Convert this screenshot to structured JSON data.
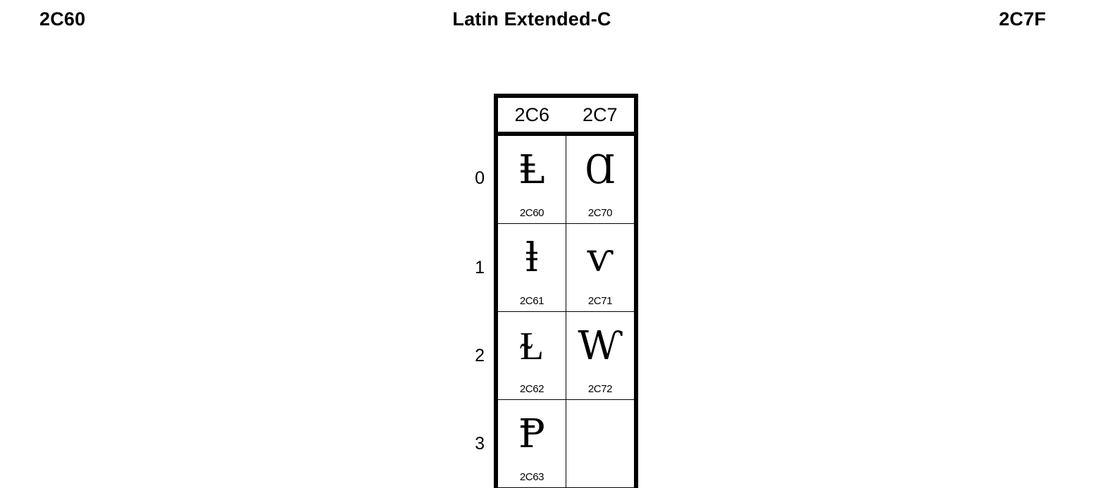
{
  "header": {
    "left_code": "2C60",
    "block_title": "Latin Extended-C",
    "right_code": "2C7F"
  },
  "chart": {
    "column_headers": [
      "2C6",
      "2C7"
    ],
    "row_labels": [
      "0",
      "1",
      "2",
      "3"
    ],
    "cells": [
      [
        {
          "glyph": "Ⱡ",
          "codepoint": "2C60"
        },
        {
          "glyph": "Ɑ",
          "codepoint": "2C70"
        }
      ],
      [
        {
          "glyph": "ⱡ",
          "codepoint": "2C61"
        },
        {
          "glyph": "ⱱ",
          "codepoint": "2C71"
        }
      ],
      [
        {
          "glyph": "Ɫ",
          "codepoint": "2C62"
        },
        {
          "glyph": "Ⱳ",
          "codepoint": "2C72"
        }
      ],
      [
        {
          "glyph": "Ᵽ",
          "codepoint": "2C63"
        },
        {
          "glyph": "",
          "codepoint": ""
        }
      ]
    ]
  },
  "colors": {
    "ink": "#000000",
    "paper": "#ffffff"
  }
}
